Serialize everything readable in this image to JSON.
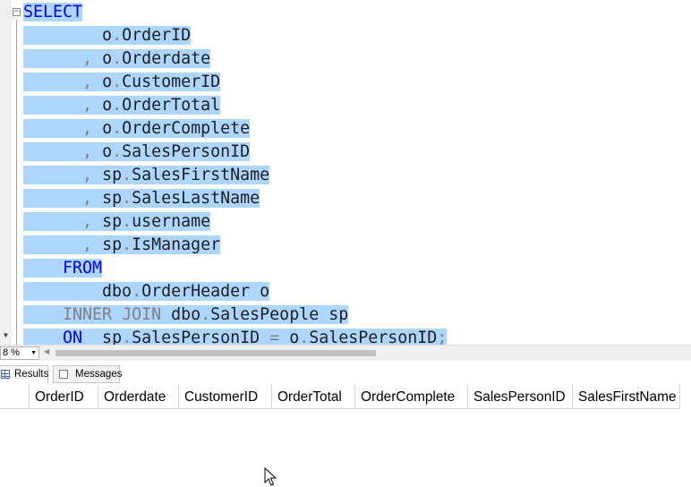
{
  "editor": {
    "collapse_symbol": "−",
    "lines": [
      [
        {
          "t": "SELECT",
          "c": "kw"
        }
      ],
      [
        {
          "t": "        o",
          "c": "id"
        },
        {
          "t": ".",
          "c": "gray"
        },
        {
          "t": "OrderID",
          "c": "id"
        }
      ],
      [
        {
          "t": "      , ",
          "c": "gray"
        },
        {
          "t": "o",
          "c": "id"
        },
        {
          "t": ".",
          "c": "gray"
        },
        {
          "t": "Orderdate",
          "c": "id"
        }
      ],
      [
        {
          "t": "      , ",
          "c": "gray"
        },
        {
          "t": "o",
          "c": "id"
        },
        {
          "t": ".",
          "c": "gray"
        },
        {
          "t": "CustomerID",
          "c": "id"
        }
      ],
      [
        {
          "t": "      , ",
          "c": "gray"
        },
        {
          "t": "o",
          "c": "id"
        },
        {
          "t": ".",
          "c": "gray"
        },
        {
          "t": "OrderTotal",
          "c": "id"
        }
      ],
      [
        {
          "t": "      , ",
          "c": "gray"
        },
        {
          "t": "o",
          "c": "id"
        },
        {
          "t": ".",
          "c": "gray"
        },
        {
          "t": "OrderComplete",
          "c": "id"
        }
      ],
      [
        {
          "t": "      , ",
          "c": "gray"
        },
        {
          "t": "o",
          "c": "id"
        },
        {
          "t": ".",
          "c": "gray"
        },
        {
          "t": "SalesPersonID",
          "c": "id"
        }
      ],
      [
        {
          "t": "      , ",
          "c": "gray"
        },
        {
          "t": "sp",
          "c": "id"
        },
        {
          "t": ".",
          "c": "gray"
        },
        {
          "t": "SalesFirstName",
          "c": "id"
        }
      ],
      [
        {
          "t": "      , ",
          "c": "gray"
        },
        {
          "t": "sp",
          "c": "id"
        },
        {
          "t": ".",
          "c": "gray"
        },
        {
          "t": "SalesLastName",
          "c": "id"
        }
      ],
      [
        {
          "t": "      , ",
          "c": "gray"
        },
        {
          "t": "sp",
          "c": "id"
        },
        {
          "t": ".",
          "c": "gray"
        },
        {
          "t": "username",
          "c": "id"
        }
      ],
      [
        {
          "t": "      , ",
          "c": "gray"
        },
        {
          "t": "sp",
          "c": "id"
        },
        {
          "t": ".",
          "c": "gray"
        },
        {
          "t": "IsManager",
          "c": "id"
        }
      ],
      [
        {
          "t": "    ",
          "c": "id"
        },
        {
          "t": "FROM",
          "c": "kw"
        }
      ],
      [
        {
          "t": "        dbo",
          "c": "id"
        },
        {
          "t": ".",
          "c": "gray"
        },
        {
          "t": "OrderHeader o",
          "c": "id"
        }
      ],
      [
        {
          "t": "    ",
          "c": "id"
        },
        {
          "t": "INNER JOIN",
          "c": "gray"
        },
        {
          "t": " dbo",
          "c": "id"
        },
        {
          "t": ".",
          "c": "gray"
        },
        {
          "t": "SalesPeople sp",
          "c": "id"
        }
      ],
      [
        {
          "t": "    ",
          "c": "id"
        },
        {
          "t": "ON",
          "c": "kw"
        },
        {
          "t": "  sp",
          "c": "id"
        },
        {
          "t": ".",
          "c": "gray"
        },
        {
          "t": "SalesPersonID ",
          "c": "id"
        },
        {
          "t": "=",
          "c": "gray"
        },
        {
          "t": " o",
          "c": "id"
        },
        {
          "t": ".",
          "c": "gray"
        },
        {
          "t": "SalesPersonID",
          "c": "id"
        },
        {
          "t": ";",
          "c": "gray"
        }
      ]
    ]
  },
  "zoom": {
    "value": "8 %"
  },
  "tabs": {
    "results_label": "Results",
    "messages_label": "Messages"
  },
  "grid": {
    "columns": [
      "OrderID",
      "Orderdate",
      "CustomerID",
      "OrderTotal",
      "OrderComplete",
      "SalesPersonID",
      "SalesFirstName"
    ]
  },
  "colors": {
    "selection": "#add6ff",
    "keyword": "#0000ff",
    "operator": "#808080"
  }
}
